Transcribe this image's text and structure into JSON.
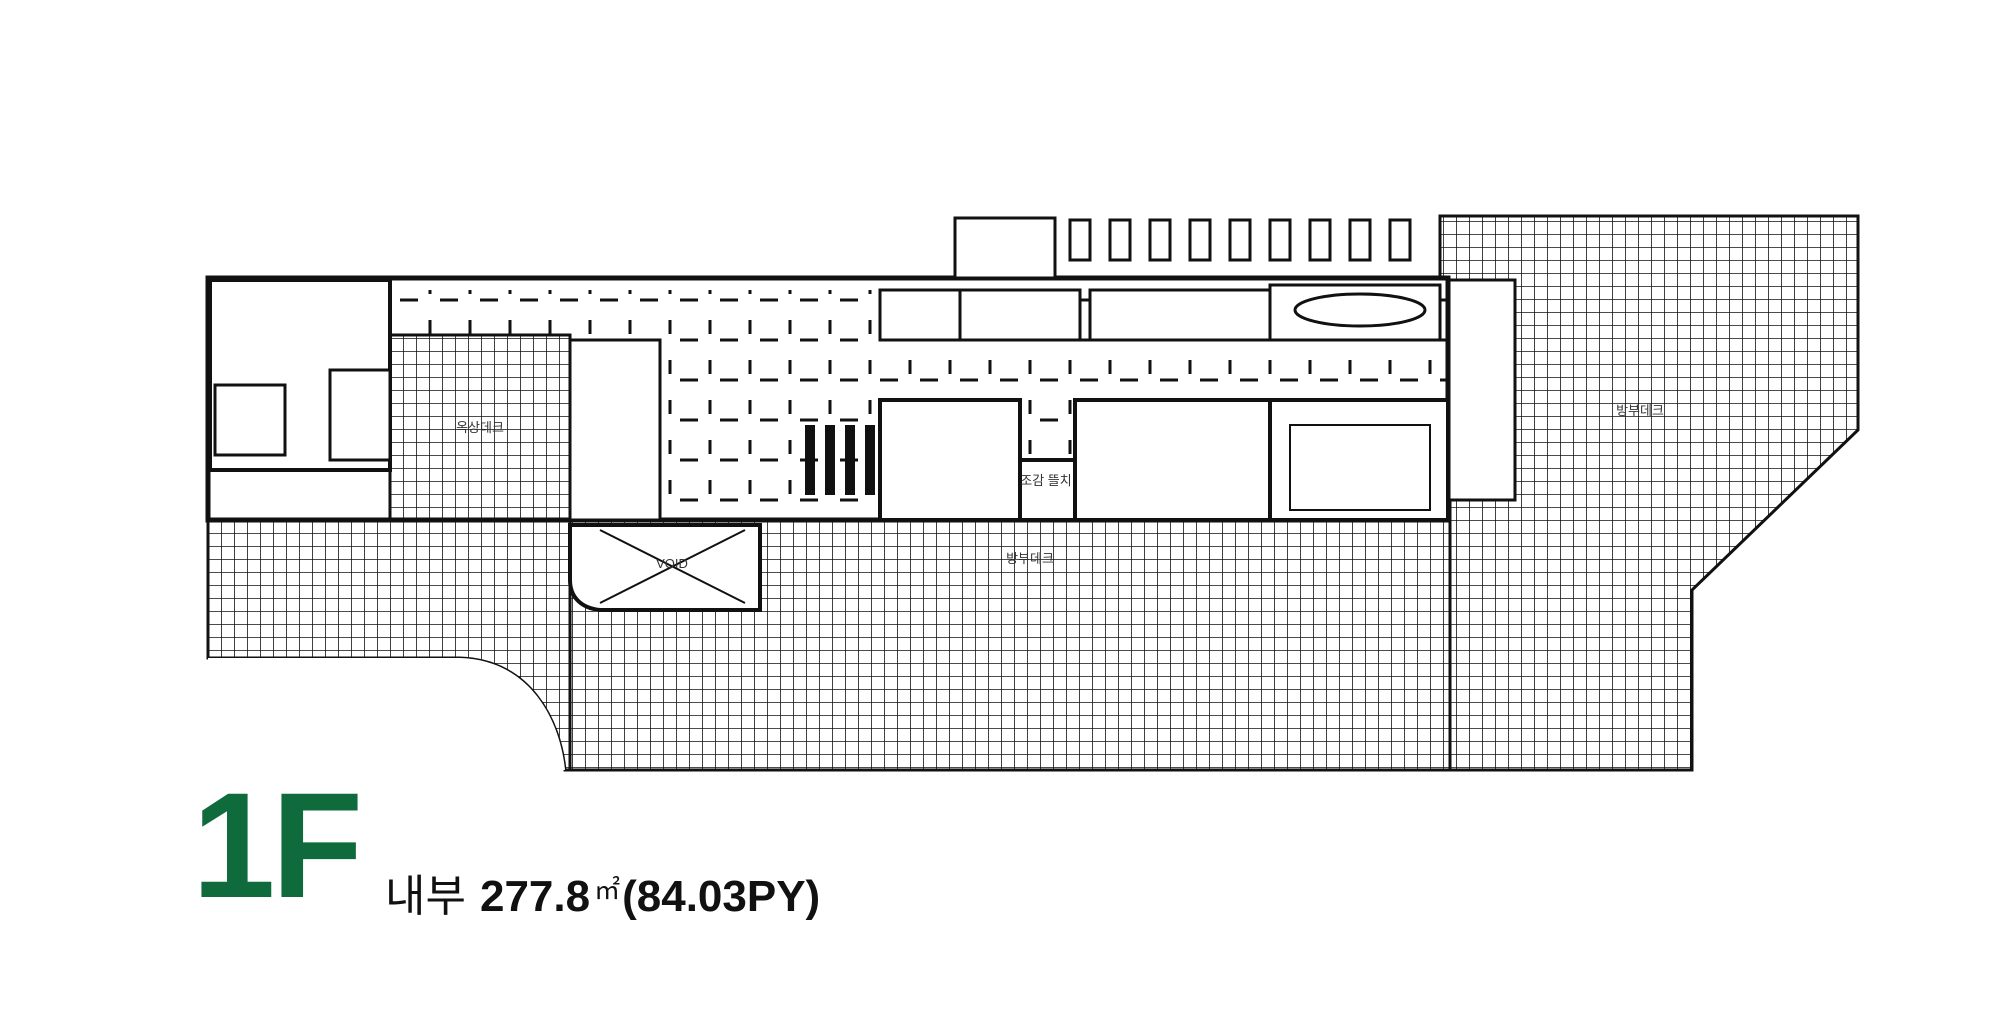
{
  "floor": {
    "label": "1F",
    "area_label": "내부",
    "area_value": "277.8",
    "area_unit": "㎡",
    "area_py": "(84.03PY)"
  },
  "rooms": {
    "deck_left": "옥상데크",
    "deck_right": "방부데크",
    "stair": "조감\n뜰치",
    "void": "VOID",
    "label_small": "방부데크"
  },
  "colors": {
    "accent": "#0f6b3c",
    "line": "#111111"
  }
}
